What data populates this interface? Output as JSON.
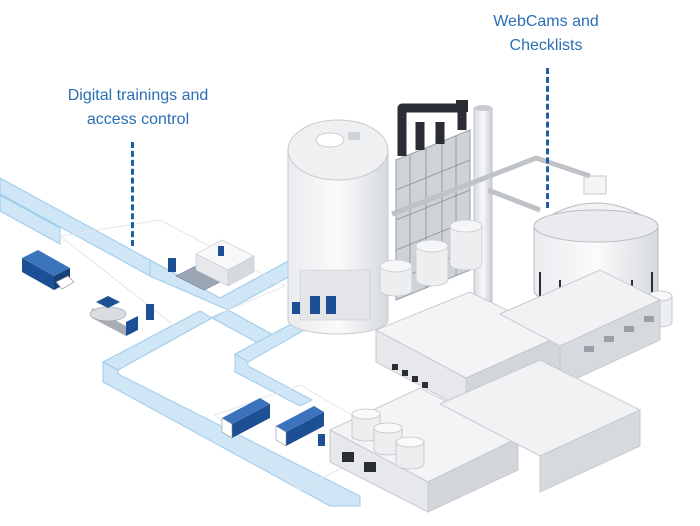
{
  "callouts": {
    "training": {
      "line1": "Digital trainings and",
      "line2": "access control"
    },
    "webcams": {
      "line1": "WebCams and",
      "line2": "Checklists"
    }
  },
  "colors": {
    "road": "#cfe6f7",
    "road_edge": "#9ccbea",
    "callout_text": "#2a6fb3",
    "dash": "#1f5fa5",
    "truck_blue": "#1d4f94",
    "building_light": "#f4f5f6",
    "building_mid": "#e3e5e8",
    "building_dark": "#c7cacf",
    "accent_dark": "#2a2d33"
  }
}
